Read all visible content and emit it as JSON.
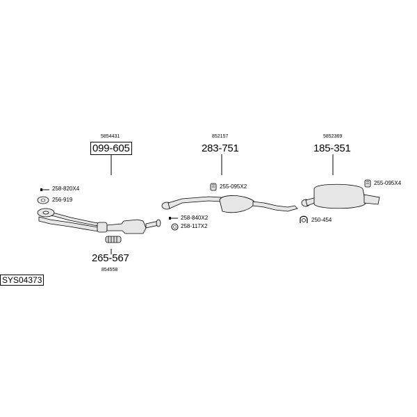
{
  "diagram": {
    "system_code": "SYS04373",
    "parts": [
      {
        "ref": "5854431",
        "number": "099-605",
        "boxed": true
      },
      {
        "ref": "852157",
        "number": "283-751",
        "boxed": false
      },
      {
        "ref": "5852369",
        "number": "185-351",
        "boxed": false
      },
      {
        "ref": "854558",
        "number": "265-567",
        "boxed": false
      }
    ],
    "accessories": [
      {
        "code": "258-820X4",
        "icon": "bolt-icon"
      },
      {
        "code": "256-919",
        "icon": "gasket-icon"
      },
      {
        "code": "258-840X2",
        "icon": "bolt-icon"
      },
      {
        "code": "258-117X2",
        "icon": "ring-icon"
      },
      {
        "code": "255-095X2",
        "icon": "clamp-icon"
      },
      {
        "code": "255-095X4",
        "icon": "clamp-icon"
      },
      {
        "code": "250-454",
        "icon": "rubber-mount-icon"
      }
    ]
  }
}
